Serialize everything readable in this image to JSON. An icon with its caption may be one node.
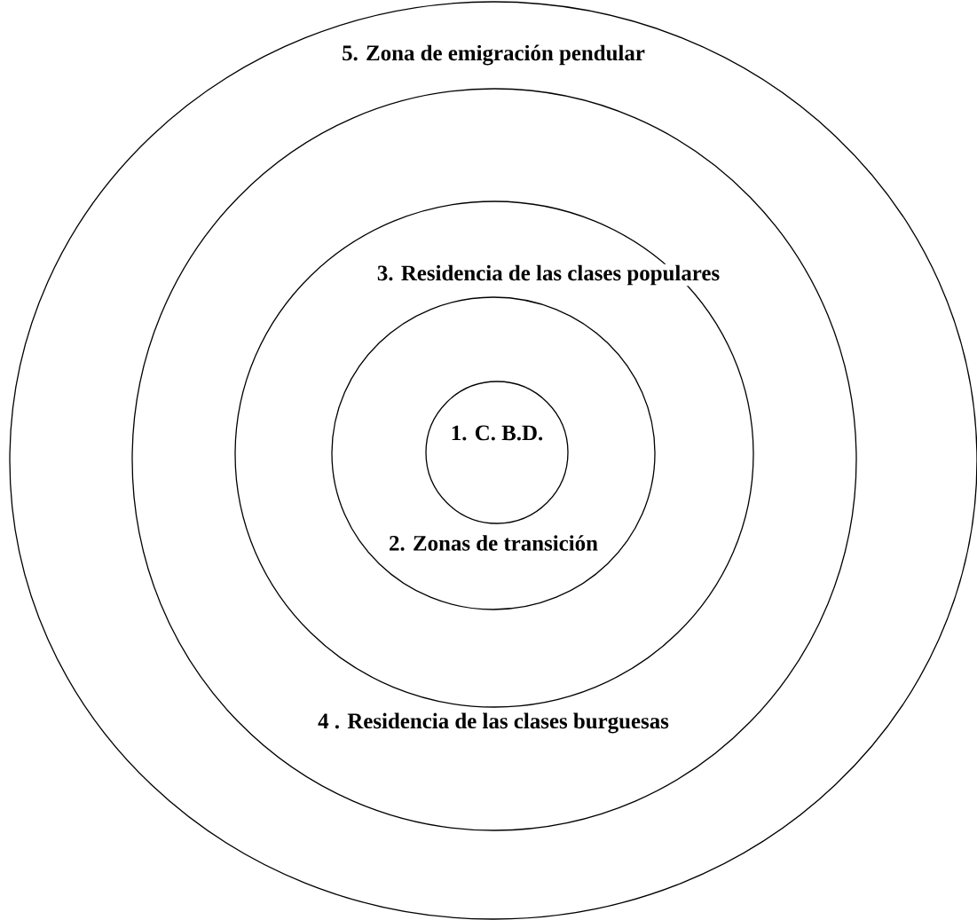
{
  "diagram": {
    "nodes": [
      {
        "text": [
          "5. Zona de emigración pendular"
        ]
      },
      {
        "text": [
          "4 . Residencia de las clases burguesas"
        ],
        "in": 0
      },
      {
        "text": [
          "3. Residencia de las clases populares"
        ],
        "in": 1
      },
      {
        "text": [
          "2. Zonas de transición"
        ],
        "in": 2
      },
      {
        "text": [
          "1. C. B.D."
        ],
        "in": 3
      }
    ]
  }
}
